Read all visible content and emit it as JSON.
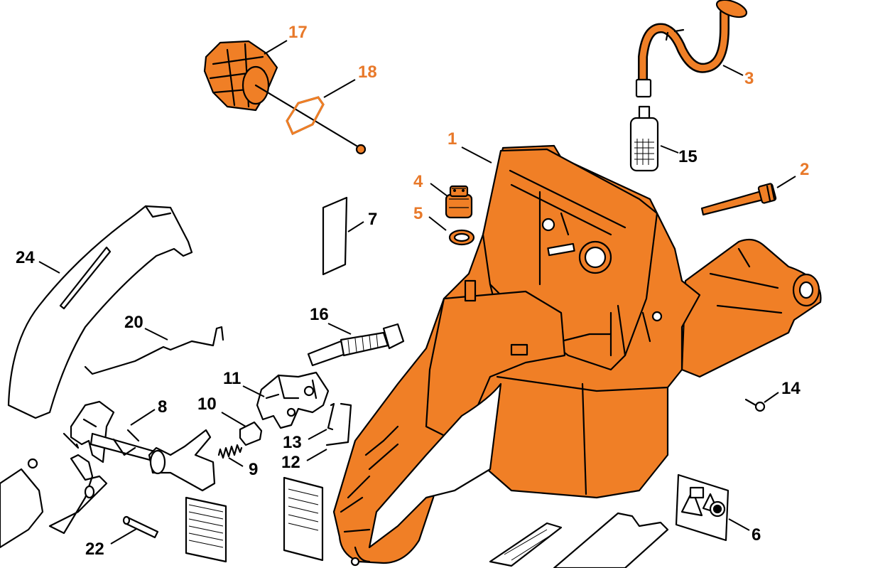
{
  "diagram": {
    "colors": {
      "highlight": "#f07f26",
      "ink": "#000000",
      "background": "#ffffff",
      "highlight_label": "#e8792a"
    },
    "callouts": [
      {
        "id": "1",
        "label": "1",
        "highlighted": true
      },
      {
        "id": "2",
        "label": "2",
        "highlighted": true
      },
      {
        "id": "3",
        "label": "3",
        "highlighted": true
      },
      {
        "id": "4",
        "label": "4",
        "highlighted": true
      },
      {
        "id": "5",
        "label": "5",
        "highlighted": true
      },
      {
        "id": "6",
        "label": "6",
        "highlighted": false
      },
      {
        "id": "7",
        "label": "7",
        "highlighted": false
      },
      {
        "id": "8",
        "label": "8",
        "highlighted": false
      },
      {
        "id": "9",
        "label": "9",
        "highlighted": false
      },
      {
        "id": "10",
        "label": "10",
        "highlighted": false
      },
      {
        "id": "11",
        "label": "11",
        "highlighted": false
      },
      {
        "id": "12",
        "label": "12",
        "highlighted": false
      },
      {
        "id": "13",
        "label": "13",
        "highlighted": false
      },
      {
        "id": "14",
        "label": "14",
        "highlighted": false
      },
      {
        "id": "15",
        "label": "15",
        "highlighted": false
      },
      {
        "id": "16",
        "label": "16",
        "highlighted": false
      },
      {
        "id": "17",
        "label": "17",
        "highlighted": true
      },
      {
        "id": "18",
        "label": "18",
        "highlighted": true
      },
      {
        "id": "20",
        "label": "20",
        "highlighted": false
      },
      {
        "id": "22",
        "label": "22",
        "highlighted": false
      },
      {
        "id": "24",
        "label": "24",
        "highlighted": false
      }
    ]
  }
}
